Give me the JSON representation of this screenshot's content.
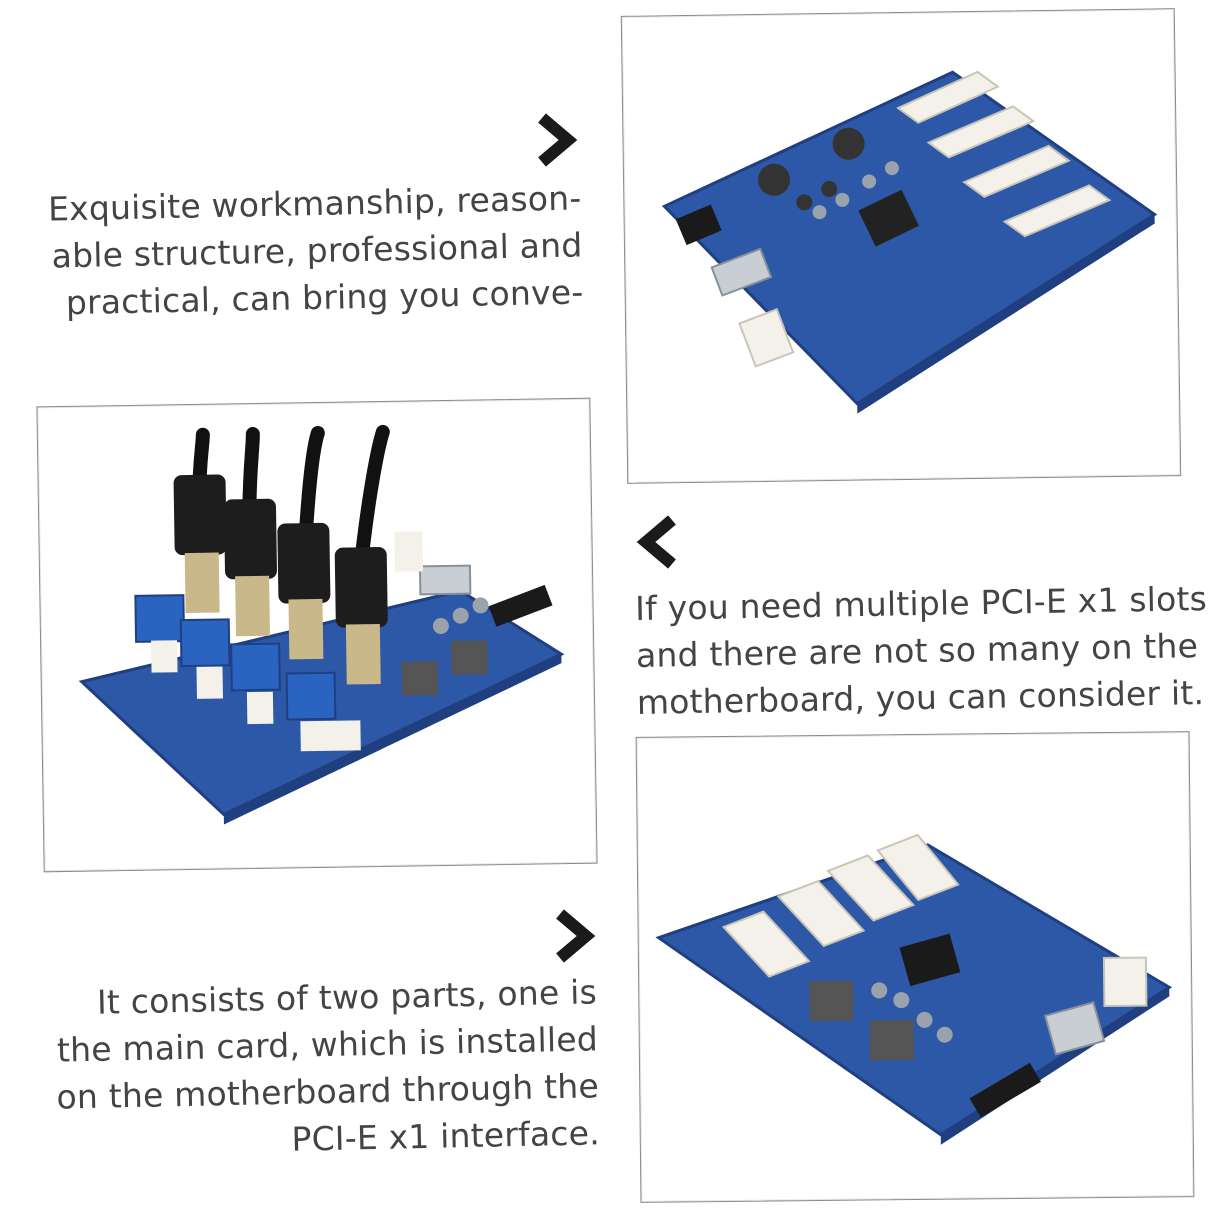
{
  "colors": {
    "pcb": "#2d58a8",
    "pcb_dark": "#1f3f80",
    "slot": "#f3f1ea",
    "text": "#444444",
    "chevron": "#1a1a1a"
  },
  "captions": {
    "top": [
      "Exquisite workmanship, reason-",
      "able structure, professional and",
      "practical, can bring you conve-"
    ],
    "middle": [
      "If you need multiple PCI-E x1 slots",
      "and there are not so many on the",
      "motherboard, you can consider it."
    ],
    "bottom": [
      "It consists of two parts, one is",
      "the main card, which is installed",
      "on the motherboard through the",
      "PCI-E x1 interface."
    ]
  },
  "icons": {
    "chevron_top": "chevron-right-icon",
    "chevron_middle": "chevron-left-icon",
    "chevron_bottom": "chevron-right-icon"
  }
}
